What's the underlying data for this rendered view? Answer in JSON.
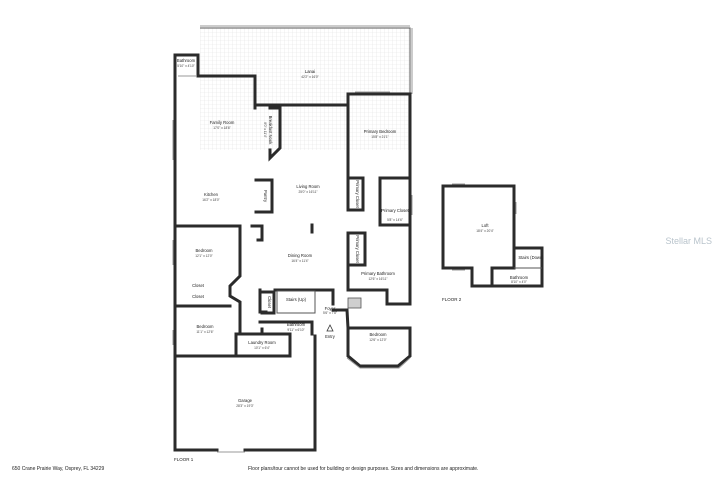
{
  "floor1": {
    "label": "FLOOR 1",
    "rooms": {
      "bathroom_nw": {
        "name": "Bathroom",
        "dim": "5'10\" x 4'10\""
      },
      "lanai": {
        "name": "Lanai",
        "dim": "42'2\" x 16'0\""
      },
      "family_room": {
        "name": "Family Room",
        "dim": "17'0\" x 18'6\""
      },
      "breakfast_nook": {
        "name": "Breakfast Nook",
        "dim": "8'0\" x 11'4\""
      },
      "primary_bedroom": {
        "name": "Primary Bedroom",
        "dim": "15'8\" x 21'1\""
      },
      "kitchen": {
        "name": "Kitchen",
        "dim": "16'2\" x 18'0\""
      },
      "pantry": {
        "name": "Pantry"
      },
      "living_room": {
        "name": "Living Room",
        "dim": "25'0\" x 16'11\""
      },
      "primary_closet_1": {
        "name": "Primary Closet"
      },
      "primary_closet_2": {
        "name": "Primary Closet",
        "dim": "5'8\" x 14'6\""
      },
      "bedroom_1": {
        "name": "Bedroom",
        "dim": "12'1\" x 12'0\""
      },
      "dining_room": {
        "name": "Dining Room",
        "dim": "16'4\" x 11'4\""
      },
      "primary_closet_3": {
        "name": "Primary Closet"
      },
      "primary_bathroom": {
        "name": "Primary Bathroom",
        "dim": "12'6\" x 16'11\""
      },
      "closet_1": {
        "name": "Closet"
      },
      "closet_2": {
        "name": "Closet"
      },
      "closet_3": {
        "name": "Closet"
      },
      "stairs_up": {
        "name": "Stairs (Up)"
      },
      "foyer": {
        "name": "Foyer",
        "dim": "5'6\" x 7'8\""
      },
      "bedroom_2": {
        "name": "Bedroom",
        "dim": "11'1\" x 12'6\""
      },
      "bathroom_center": {
        "name": "Bathroom",
        "dim": "9'11\" x 6'10\""
      },
      "bedroom_3": {
        "name": "Bedroom",
        "dim": "12'6\" x 12'0\""
      },
      "laundry_room": {
        "name": "Laundry Room",
        "dim": "10'1\" x 6'4\""
      },
      "entry": {
        "name": "Entry"
      },
      "garage": {
        "name": "Garage",
        "dim": "28'3\" x 19'3\""
      }
    }
  },
  "floor2": {
    "label": "FLOOR 2",
    "rooms": {
      "loft": {
        "name": "Loft",
        "dim": "18'4\" x 20'4\""
      },
      "stairs_down": {
        "name": "Stairs (Down)"
      },
      "bathroom": {
        "name": "Bathroom",
        "dim": "8'10\" x 4'0\""
      }
    }
  },
  "footer": {
    "address": "650 Crane Prairie Way, Osprey, FL 34229",
    "disclaimer": "Floor plans/tour cannot be used for building or design purposes. Sizes and dimensions are approximate."
  },
  "watermark": "Stellar MLS"
}
